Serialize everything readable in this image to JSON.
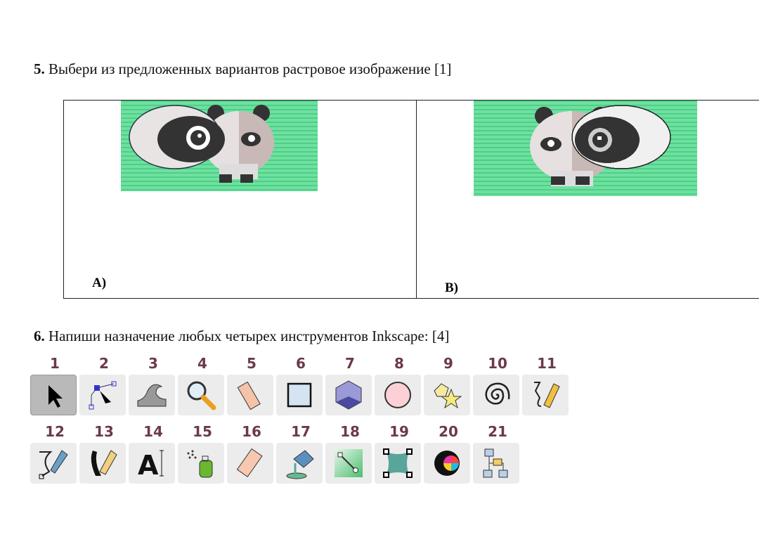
{
  "q5": {
    "number": "5.",
    "text": "Выбери из предложенных вариантов растровое изображение [1]",
    "option_a": "A)",
    "option_b": "B)"
  },
  "q6": {
    "number": "6.",
    "text": "Напиши назначение любых четырех инструментов Inkscape: [4]"
  },
  "tools_row1": [
    "1",
    "2",
    "3",
    "4",
    "5",
    "6",
    "7",
    "8",
    "9",
    "10",
    "11"
  ],
  "tools_row2": [
    "12",
    "13",
    "14",
    "15",
    "16",
    "17",
    "18",
    "19",
    "20",
    "21"
  ],
  "icons": [
    "selector-icon",
    "node-icon",
    "tweak-icon",
    "zoom-icon",
    "measure-icon",
    "rectangle-icon",
    "3d-box-icon",
    "ellipse-icon",
    "star-icon",
    "spiral-icon",
    "pencil-icon",
    "pen-icon",
    "calligraphy-icon",
    "text-icon",
    "spray-icon",
    "eraser-icon",
    "paint-bucket-icon",
    "gradient-icon",
    "mesh-icon",
    "dropper-icon",
    "connector-icon"
  ],
  "colors": {
    "stripe_green": "#5fd894",
    "number_color": "#6b3a4a"
  }
}
